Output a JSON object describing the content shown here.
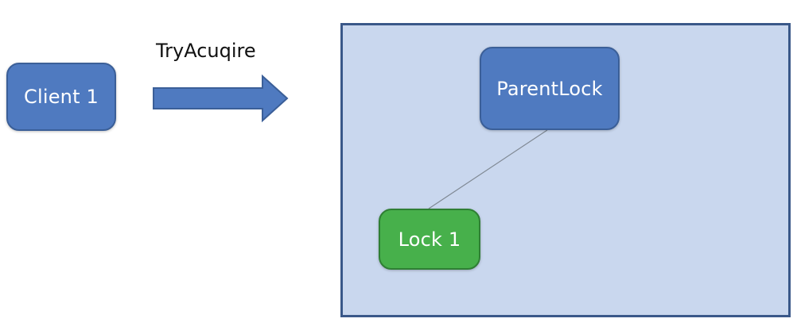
{
  "diagram": {
    "client": {
      "label": "Client 1"
    },
    "arrow": {
      "label": "TryAcuqire"
    },
    "parent_lock": {
      "label": "ParentLock"
    },
    "child_lock": {
      "label": "Lock 1"
    }
  },
  "colors": {
    "node_blue": "#4f7ac0",
    "node_green": "#47b04b",
    "container_fill": "#c9d7ee",
    "container_border": "#3a5889",
    "arrow_fill": "#4f7ac0"
  }
}
